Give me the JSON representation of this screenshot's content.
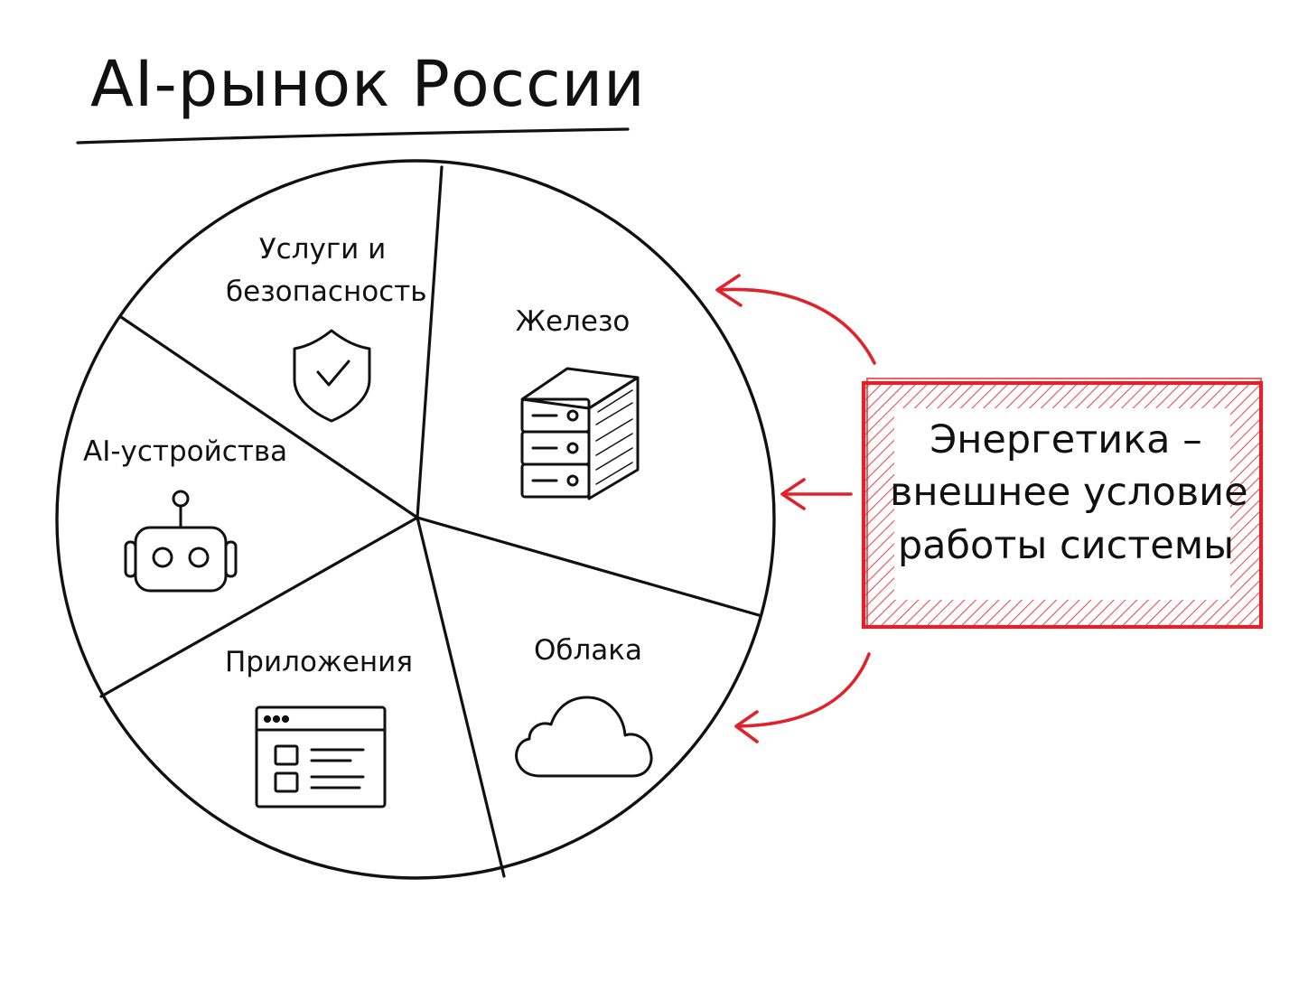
{
  "title": "AI-рынок России",
  "segments": [
    {
      "label_line1": "Услуги и",
      "label_line2": "безопасность",
      "icon": "shield-check-icon"
    },
    {
      "label": "Железо",
      "icon": "server-rack-icon"
    },
    {
      "label": "AI-устройства",
      "icon": "robot-icon"
    },
    {
      "label": "Приложения",
      "icon": "app-window-icon"
    },
    {
      "label": "Облака",
      "icon": "cloud-icon"
    }
  ],
  "callout": {
    "line1": "Энергетика –",
    "line2": "внешнее условие",
    "line3": "работы системы"
  },
  "colors": {
    "ink": "#111111",
    "accent": "#e0222b",
    "background": "#ffffff"
  }
}
